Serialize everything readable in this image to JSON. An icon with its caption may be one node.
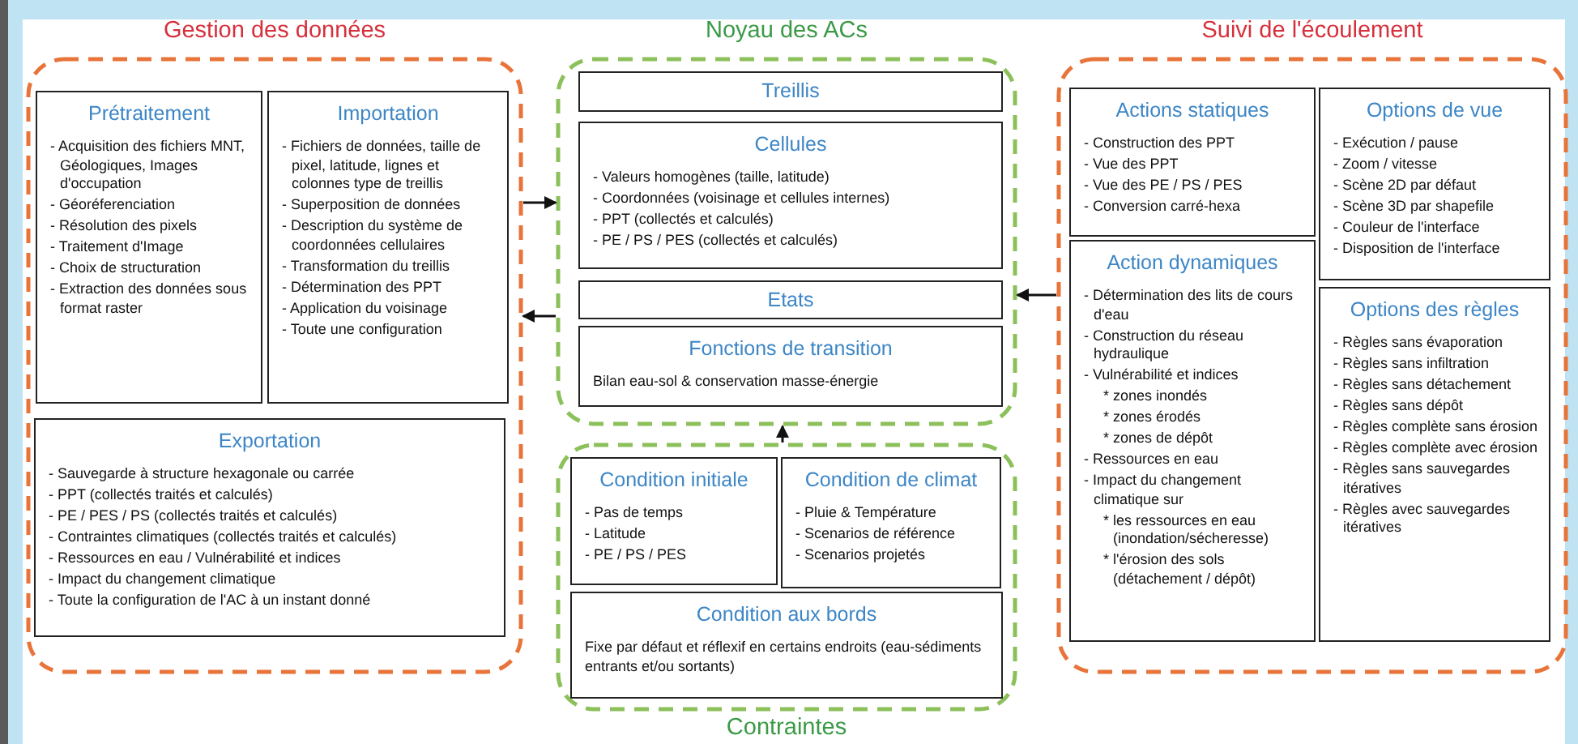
{
  "diagram": {
    "nodes": [
      {
        "text": [
          "Gestion des données"
        ]
      },
      {
        "text": [
          "Prétraitement",
          "- Acquisition des fichiers MNT, Géologiques, Images d'occupation",
          "- Géoréferenciation",
          "- Résolution des pixels",
          "- Traitement d'Image",
          "- Choix de structuration",
          "- Extraction des données sous format raster"
        ],
        "in": 0
      },
      {
        "text": [
          "Importation",
          "- Fichiers de données, taille de pixel, latitude, lignes et colonnes type de treillis",
          "- Superposition de données",
          "- Description du système de coordonnées cellulaires",
          "- Transformation du treillis",
          "- Détermination des PPT",
          "- Application du voisinage",
          "- Toute une configuration"
        ],
        "in": 0
      },
      {
        "text": [
          "Exportation",
          "- Sauvegarde à structure hexagonale ou carrée",
          "- PPT (collectés traités et calculés)",
          "- PE / PES / PS (collectés traités et calculés)",
          "- Contraintes climatiques (collectés traités et calculés)",
          "- Ressources en eau / Vulnérabilité et indices",
          "- Impact du changement climatique",
          "- Toute la configuration de l'AC à un instant donné"
        ],
        "in": 0
      },
      {
        "text": [
          "Noyau des ACs"
        ]
      },
      {
        "text": [
          "Treillis"
        ],
        "in": 4
      },
      {
        "text": [
          "Cellules",
          "- Valeurs homogènes (taille, latitude)",
          "- Coordonnées (voisinage et cellules internes)",
          "- PPT (collectés et calculés)",
          "- PE / PS / PES (collectés et calculés)"
        ],
        "in": 4
      },
      {
        "text": [
          "Etats"
        ],
        "in": 4
      },
      {
        "text": [
          "Fonctions de transition",
          "Bilan eau-sol & conservation masse-énergie"
        ],
        "in": 4
      },
      {
        "text": [
          "Contraintes"
        ]
      },
      {
        "text": [
          "Condition initiale",
          "- Pas de temps",
          "- Latitude",
          "- PE / PS / PES"
        ],
        "in": 9
      },
      {
        "text": [
          "Condition de climat",
          "- Pluie & Température",
          "- Scenarios de référence",
          "- Scenarios projetés"
        ],
        "in": 9
      },
      {
        "text": [
          "Condition aux bords",
          "Fixe par défaut et réflexif en certains endroits (eau-sédiments entrants et/ou sortants)"
        ],
        "in": 9
      },
      {
        "text": [
          "Suivi de l'écoulement"
        ]
      },
      {
        "text": [
          "Actions statiques",
          "- Construction des PPT",
          "- Vue des PPT",
          "- Vue des PE / PS / PES",
          "- Conversion carré-hexa"
        ],
        "in": 13
      },
      {
        "text": [
          "Options de vue",
          "- Exécution / pause",
          "- Zoom / vitesse",
          "- Scène 2D par défaut",
          "- Scène 3D par shapefile",
          "- Couleur de l'interface",
          "- Disposition de l'interface"
        ],
        "in": 13
      },
      {
        "text": [
          "Action dynamiques",
          "- Détermination des lits de cours d'eau",
          "- Construction du réseau hydraulique",
          "- Vulnérabilité et indices",
          "* zones inondés",
          "* zones érodés",
          "* zones de dépôt",
          "- Ressources en eau",
          "- Impact du changement climatique sur",
          "* les ressources en eau (inondation/sécheresse)",
          "* l'érosion des sols (détachement / dépôt)"
        ],
        "in": 13
      },
      {
        "text": [
          "Options des règles",
          "- Règles sans évaporation",
          "- Règles sans infiltration",
          "- Règles sans détachement",
          "- Règles sans dépôt",
          "- Règles complète sans érosion",
          "- Règles complète avec érosion",
          "- Règles sans sauvegardes itératives",
          "- Règles avec sauvegardes itératives"
        ],
        "in": 13
      }
    ],
    "edges": [
      {
        "from": 0,
        "to": 4,
        "arrow": "to"
      },
      {
        "from": 4,
        "to": 0,
        "arrow": "to"
      },
      {
        "from": 13,
        "to": 4,
        "arrow": "to"
      },
      {
        "from": 9,
        "to": 4,
        "arrow": "to"
      }
    ]
  }
}
